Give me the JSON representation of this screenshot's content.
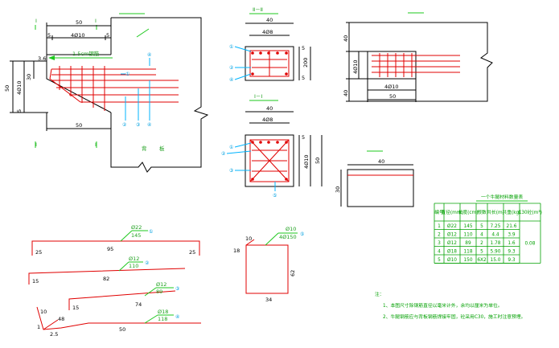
{
  "colors": {
    "outline": "#000000",
    "rebar": "#e00000",
    "dimension": "#1ec81e",
    "leader": "#00b4ff",
    "table": "#00a000"
  },
  "elevation": {
    "section_mark": "I",
    "top_dims": [
      "50",
      "5",
      "4Ø10",
      "5"
    ],
    "left_dims": [
      "3.6",
      "30",
      "50",
      "4Ø10",
      "5"
    ],
    "note_green": "1.5cm钢筋",
    "bottom_dim": "50",
    "callouts": [
      "①",
      "②",
      "③",
      "④"
    ],
    "body_text": [
      "背",
      "板"
    ]
  },
  "section_22": {
    "title": "Ⅱ－Ⅱ",
    "top_dims": [
      "40",
      "4Ø8"
    ],
    "right_dims": [
      "5",
      "200",
      "5"
    ],
    "callouts": [
      "①",
      "②",
      "④"
    ]
  },
  "section_11": {
    "title": "Ⅰ－Ⅰ",
    "top_dims": [
      "40",
      "4Ø8"
    ],
    "right_dims": [
      "5",
      "4Ø10",
      "50"
    ],
    "callouts": [
      "①",
      "②",
      "③",
      "⑤"
    ]
  },
  "plan": {
    "left_dims": [
      "40",
      "4Ø10",
      "40"
    ],
    "bottom_dims": [
      "4Ø10",
      "50"
    ]
  },
  "small_detail": {
    "width_dim": "40",
    "height_dim": "30"
  },
  "bars": [
    {
      "id": "①",
      "label_top": "Ø22",
      "label_bottom": "145",
      "left_end": "25",
      "middle": "95",
      "right_end": "25"
    },
    {
      "id": "②",
      "label_top": "Ø12",
      "label_bottom": "110",
      "left_end": "15",
      "middle": "82"
    },
    {
      "id": "③",
      "label_top": "Ø12",
      "label_bottom": "89",
      "left_end": "15",
      "middle": "74"
    },
    {
      "id": "④",
      "label_top": "Ø18",
      "label_bottom": "118",
      "left_dims": [
        "10",
        "48",
        "2.5",
        "1"
      ],
      "middle": "50"
    },
    {
      "id": "⑤",
      "label_top": "Ø10",
      "label_bottom": "4Ø150",
      "top": "10",
      "left": "18",
      "bottom": "34",
      "right": "62"
    }
  ],
  "table": {
    "title": "一个牛腿材料数量表",
    "header": [
      "编号",
      "直径(mm)",
      "长度(cm)",
      "根数",
      "共长(m)",
      "共重(kg)",
      "C30砼(m³)"
    ],
    "rows": [
      [
        "1",
        "Ø22",
        "145",
        "5",
        "7.25",
        "21.6"
      ],
      [
        "2",
        "Ø12",
        "110",
        "4",
        "4.4",
        "3.9"
      ],
      [
        "3",
        "Ø12",
        "89",
        "2",
        "1.78",
        "1.6"
      ],
      [
        "4",
        "Ø18",
        "118",
        "5",
        "5.90",
        "9.3"
      ],
      [
        "5",
        "Ø10",
        "150",
        "6X2",
        "15.0",
        "9.3"
      ]
    ],
    "concrete": "0.08"
  },
  "notes": {
    "heading": "注：",
    "items": [
      "1、本图尺寸除钢筋直径以毫米计外，余均以厘米为单位。",
      "2、牛腿钢筋应与背板钢筋焊接牢固，砼采用C30，施工时注意预埋。"
    ]
  }
}
